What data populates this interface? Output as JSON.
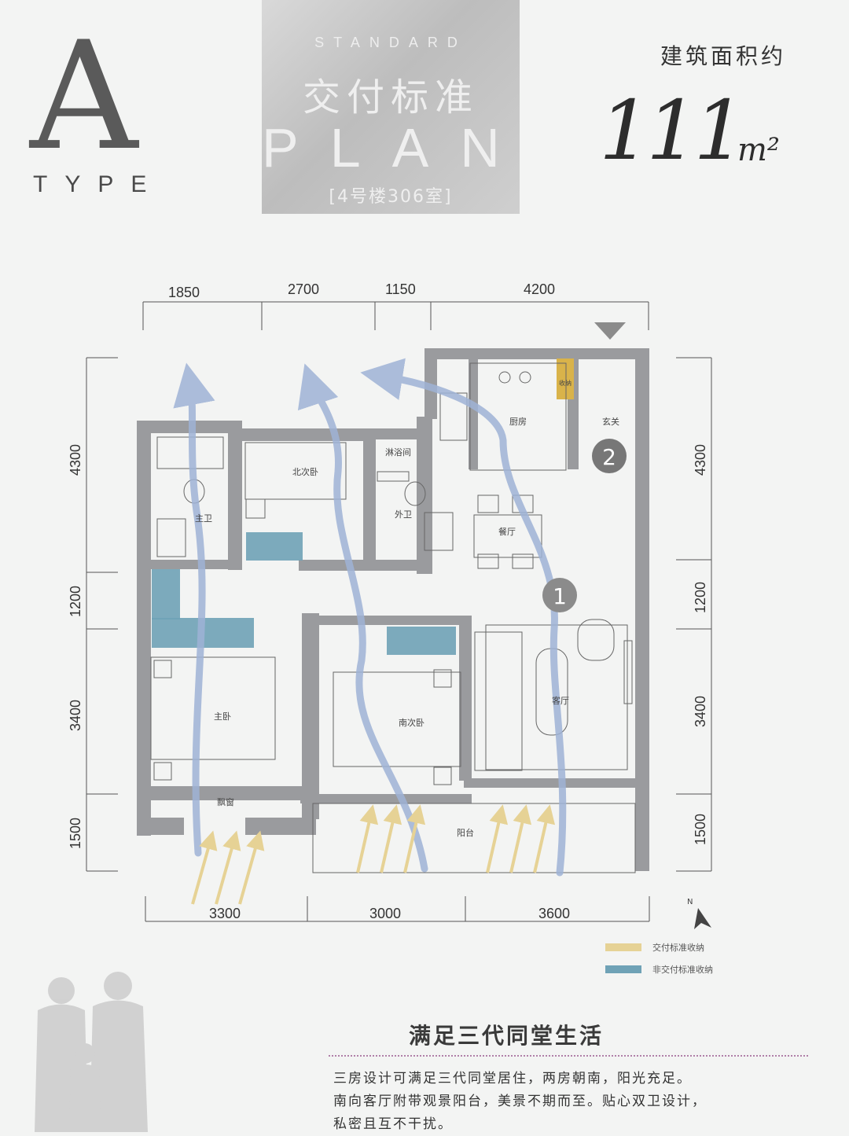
{
  "header": {
    "type_letter": "A",
    "type_word": "TYPE",
    "standard_en": "STANDARD",
    "standard_zh": "交付标准",
    "plan_en": "PLAN",
    "room_no": "[4号楼306室]",
    "area_label": "建筑面积约",
    "area_value": "111",
    "area_unit": "m²"
  },
  "dimensions": {
    "top": [
      "1850",
      "2700",
      "1150",
      "4200"
    ],
    "bottom": [
      "3300",
      "3000",
      "3600"
    ],
    "left": [
      "4300",
      "1200",
      "3400",
      "1500"
    ],
    "right": [
      "4300",
      "1200",
      "3400",
      "1500"
    ]
  },
  "rooms": {
    "kitchen": "厨房",
    "entry": "玄关",
    "storage": "收纳",
    "shower": "淋浴间",
    "north_bedroom": "北次卧",
    "master_bath": "主卫",
    "guest_bath": "外卫",
    "dining": "餐厅",
    "master_bedroom": "主卧",
    "south_bedroom": "南次卧",
    "living": "客厅",
    "bay_window": "飘窗",
    "balcony": "阳台"
  },
  "markers": {
    "marker_1": "1",
    "marker_2": "2",
    "north": "N"
  },
  "legend": [
    {
      "label": "交付标准收纳",
      "color": "#e6d295"
    },
    {
      "label": "非交付标准收纳",
      "color": "#6fa2b6"
    }
  ],
  "colors": {
    "wall": "#9a9b9e",
    "storage_blue": "#6fa2b6",
    "storage_yellow": "#d9b34a",
    "airflow": "#9fb3d6",
    "sun": "#e6d295"
  },
  "bottom": {
    "slogan": "满足三代同堂生活",
    "desc": [
      "三房设计可满足三代同堂居住，两房朝南，阳光充足。",
      "南向客厅附带观景阳台，美景不期而至。贴心双卫设计，",
      "私密且互不干扰。"
    ]
  }
}
